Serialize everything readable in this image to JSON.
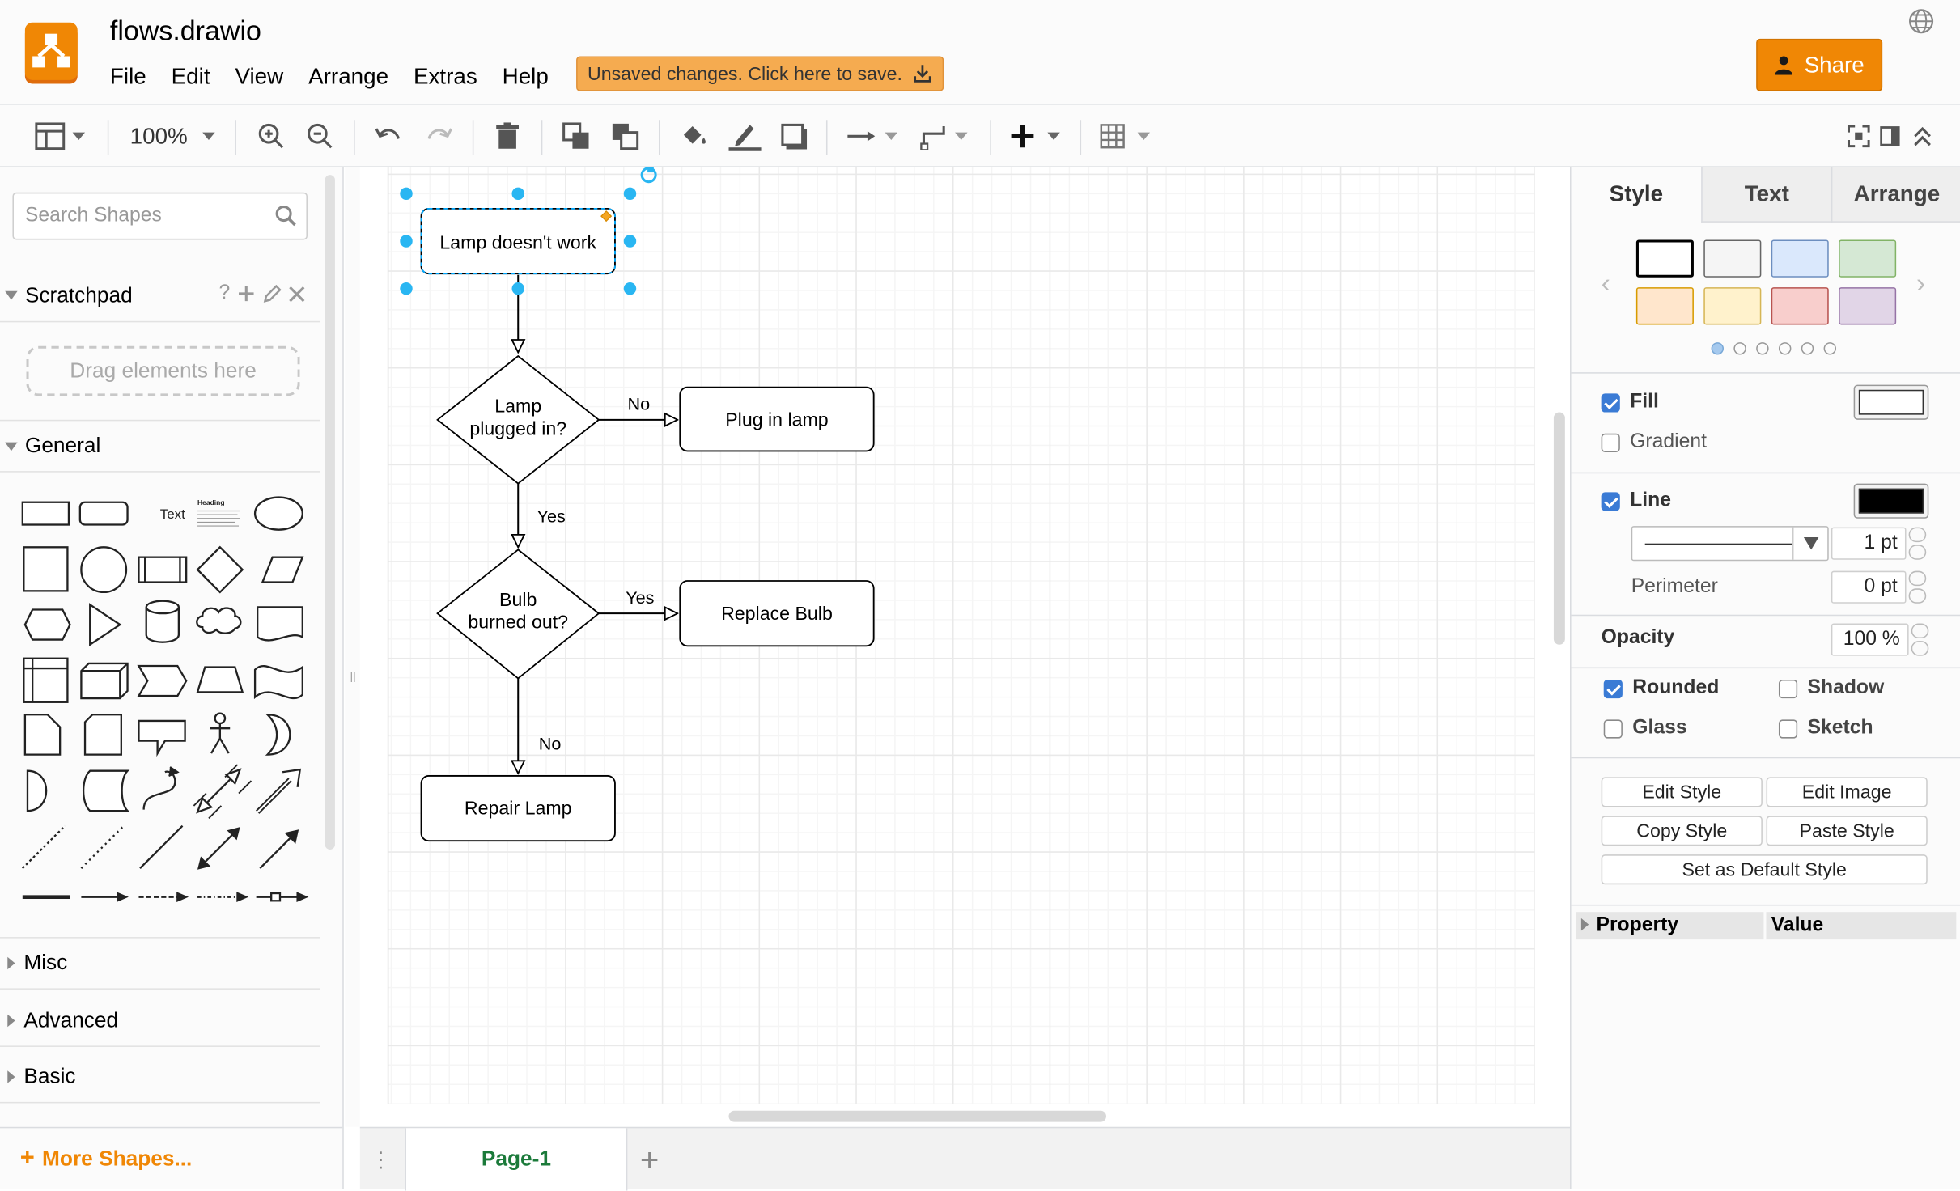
{
  "app": {
    "document_title": "flows.drawio",
    "menus": [
      "File",
      "Edit",
      "View",
      "Arrange",
      "Extras",
      "Help"
    ],
    "unsaved_notice": "Unsaved changes. Click here to save.",
    "share_label": "Share"
  },
  "toolbar": {
    "zoom": "100%"
  },
  "sidebar": {
    "search_placeholder": "Search Shapes",
    "scratchpad_title": "Scratchpad",
    "scratchpad_help": "?",
    "drag_hint": "Drag elements here",
    "general_title": "General",
    "shape_text_label": "Text",
    "shape_heading_label": "Heading",
    "collapsed_sections": [
      "Misc",
      "Advanced",
      "Basic"
    ],
    "more_shapes_label": "More Shapes..."
  },
  "diagram": {
    "nodes": {
      "start": "Lamp doesn't work",
      "plugged_line1": "Lamp",
      "plugged_line2": "plugged in?",
      "plug_in": "Plug in lamp",
      "bulb_line1": "Bulb",
      "bulb_line2": "burned out?",
      "replace": "Replace Bulb",
      "repair": "Repair Lamp"
    },
    "edge_labels": {
      "plugged_no": "No",
      "plugged_yes": "Yes",
      "bulb_yes": "Yes",
      "bulb_no": "No"
    }
  },
  "pages": {
    "active_tab": "Page-1"
  },
  "format_panel": {
    "tabs": [
      "Style",
      "Text",
      "Arrange"
    ],
    "palette": [
      {
        "fill": "#ffffff",
        "stroke": "#000000"
      },
      {
        "fill": "#f5f5f5",
        "stroke": "#666666"
      },
      {
        "fill": "#dae8fc",
        "stroke": "#6c8ebf"
      },
      {
        "fill": "#d5e8d4",
        "stroke": "#82b366"
      },
      {
        "fill": "#ffe6cc",
        "stroke": "#d79b00"
      },
      {
        "fill": "#fff2cc",
        "stroke": "#d6b656"
      },
      {
        "fill": "#f8cecc",
        "stroke": "#b85450"
      },
      {
        "fill": "#e1d5e7",
        "stroke": "#9673a6"
      }
    ],
    "fill_label": "Fill",
    "fill_checked": true,
    "fill_color": "#ffffff",
    "gradient_label": "Gradient",
    "gradient_checked": false,
    "line_label": "Line",
    "line_checked": true,
    "line_color": "#000000",
    "line_width": "1 pt",
    "perimeter_label": "Perimeter",
    "perimeter_value": "0 pt",
    "opacity_label": "Opacity",
    "opacity_value": "100 %",
    "rounded_label": "Rounded",
    "rounded_checked": true,
    "shadow_label": "Shadow",
    "shadow_checked": false,
    "glass_label": "Glass",
    "glass_checked": false,
    "sketch_label": "Sketch",
    "sketch_checked": false,
    "buttons": {
      "edit_style": "Edit Style",
      "edit_image": "Edit Image",
      "copy_style": "Copy Style",
      "paste_style": "Paste Style",
      "set_default": "Set as Default Style"
    },
    "property_header": "Property",
    "value_header": "Value"
  },
  "colors": {
    "accent_orange": "#f08705",
    "selection_blue": "#29b6f2",
    "page_tab_green": "#1b7a3a"
  }
}
